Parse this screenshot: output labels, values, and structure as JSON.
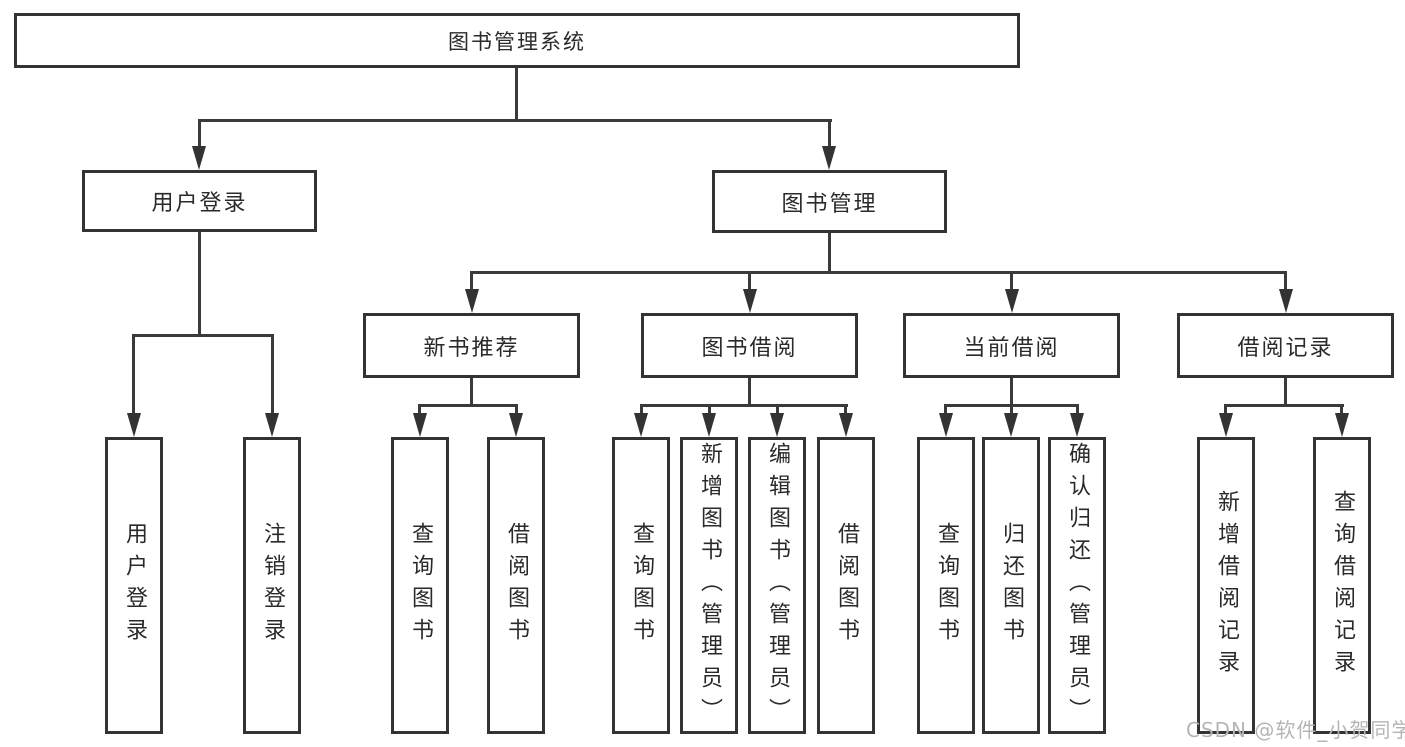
{
  "tree": {
    "root": "图书管理系统",
    "branches": [
      {
        "label": "用户登录",
        "leaves": [
          "用户登录",
          "注销登录"
        ]
      },
      {
        "label": "图书管理",
        "children": [
          {
            "label": "新书推荐",
            "leaves": [
              "查询图书",
              "借阅图书"
            ]
          },
          {
            "label": "图书借阅",
            "leaves": [
              "查询图书",
              "新增图书（管理员）",
              "编辑图书（管理员）",
              "借阅图书"
            ]
          },
          {
            "label": "当前借阅",
            "leaves": [
              "查询图书",
              "归还图书",
              "确认归还（管理员）"
            ]
          },
          {
            "label": "借阅记录",
            "leaves": [
              "新增借阅记录",
              "查询借阅记录"
            ]
          }
        ]
      }
    ]
  },
  "watermark": "CSDN @软件_小贺同学",
  "colors": {
    "line": "#3a3a3a",
    "box_border": "#333333",
    "text": "#2a2a2a",
    "watermark": "#b5b5b5",
    "background": "#ffffff"
  }
}
